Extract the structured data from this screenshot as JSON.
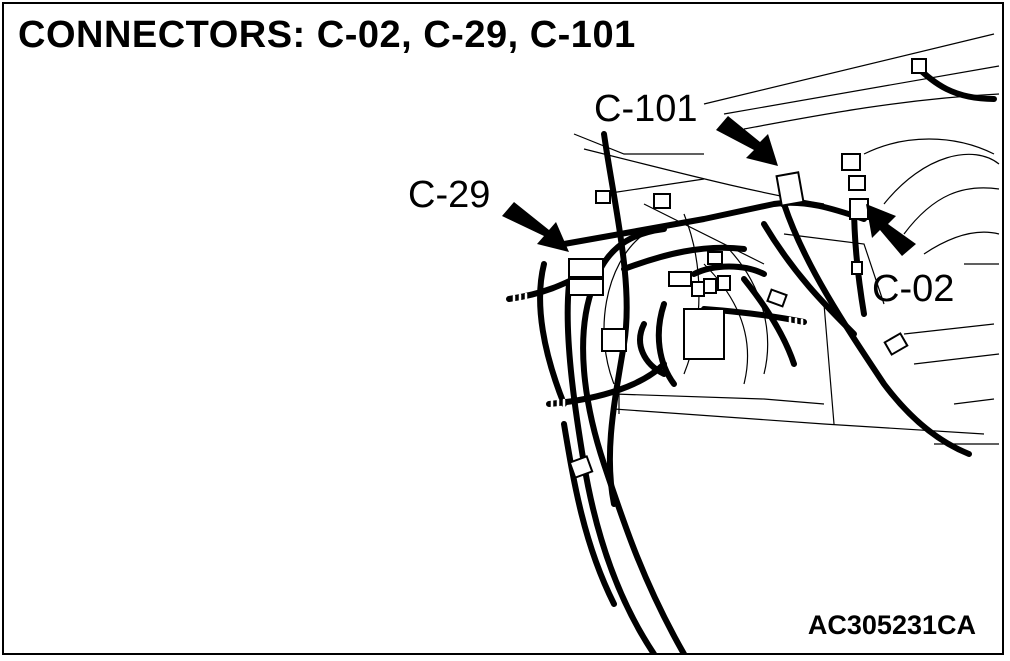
{
  "title": "CONNECTORS: C-02, C-29, C-101",
  "figure_id": "AC305231CA",
  "callouts": {
    "c101": "C-101",
    "c29": "C-29",
    "c02": "C-02"
  },
  "colors": {
    "line": "#000000",
    "background": "#ffffff"
  }
}
